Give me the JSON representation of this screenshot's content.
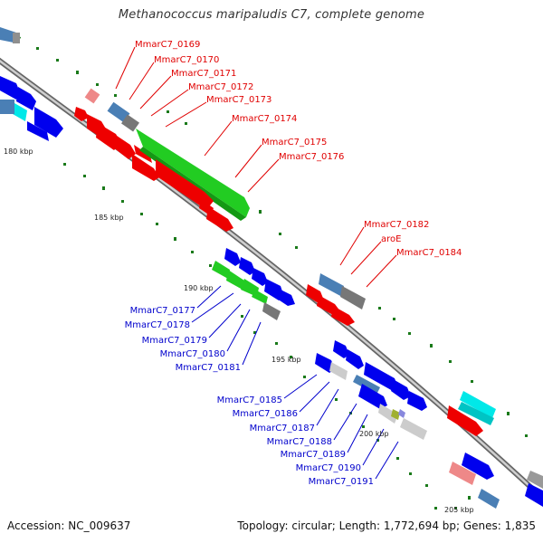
{
  "header": {
    "title": "Methanococcus maripaludis C7, complete genome"
  },
  "footer": {
    "accession": "Accession: NC_009637",
    "summary": "Topology: circular; Length: 1,772,694 bp; Genes: 1,835"
  },
  "ticks": [
    "180 kbp",
    "185 kbp",
    "190 kbp",
    "195 kbp",
    "200 kbp",
    "205 kbp"
  ],
  "labels_red": [
    "MmarC7_0169",
    "MmarC7_0170",
    "MmarC7_0171",
    "MmarC7_0172",
    "MmarC7_0173",
    "MmarC7_0174",
    "MmarC7_0175",
    "MmarC7_0176",
    "MmarC7_0182",
    "aroE",
    "MmarC7_0184"
  ],
  "labels_blue": [
    "MmarC7_0177",
    "MmarC7_0178",
    "MmarC7_0179",
    "MmarC7_0180",
    "MmarC7_0181",
    "MmarC7_0185",
    "MmarC7_0186",
    "MmarC7_0187",
    "MmarC7_0188",
    "MmarC7_0189",
    "MmarC7_0190",
    "MmarC7_0191"
  ],
  "colors": {
    "forward_strand": "#ee0000",
    "reverse_strand": "#0000ee",
    "label_red": "#e00000",
    "label_blue": "#0000cc",
    "backbone": "#888888",
    "tick": "#1a7a1a",
    "green_feature": "#22cc22",
    "gray_feature": "#777777",
    "steelblue_feature": "#4a7fb5",
    "cyan_feature": "#00e8e8",
    "pink_feature": "#ee8888"
  }
}
